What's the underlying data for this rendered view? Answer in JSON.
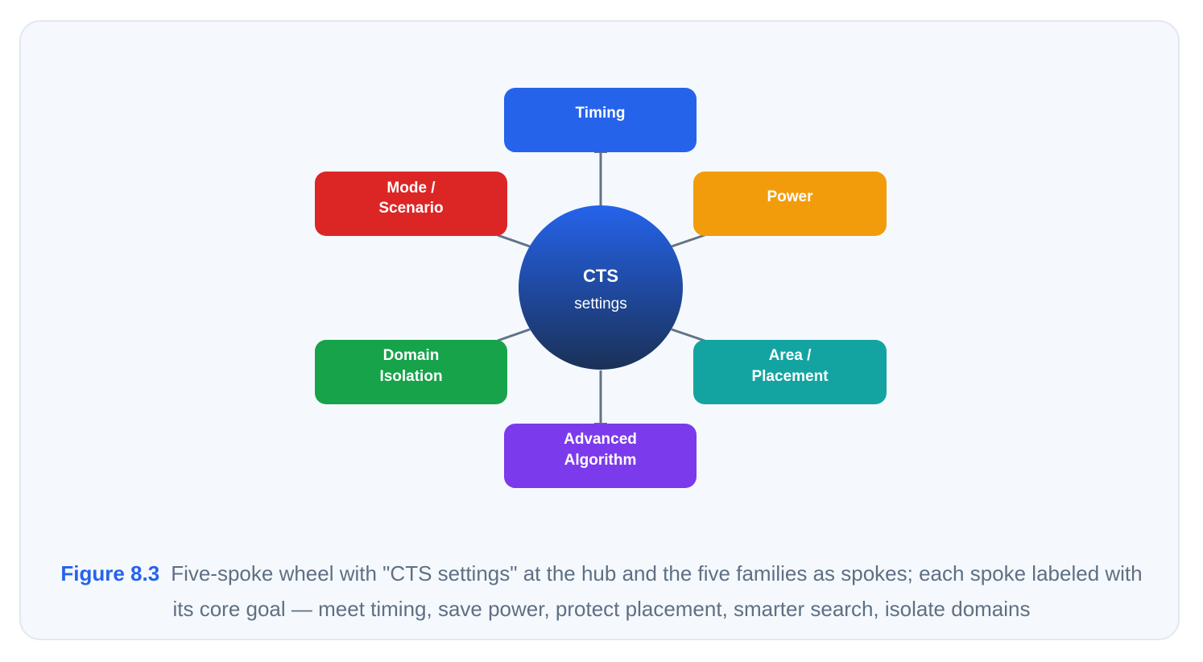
{
  "hub": {
    "title": "CTS",
    "subtitle": "settings"
  },
  "nodes": [
    {
      "id": "timing",
      "lines": [
        "Timing"
      ],
      "color": "#2563eb"
    },
    {
      "id": "power",
      "lines": [
        "Power"
      ],
      "color": "#f39c0b"
    },
    {
      "id": "area-placement",
      "lines": [
        "Area /",
        "Placement"
      ],
      "color": "#13a4a2"
    },
    {
      "id": "advanced-algorithm",
      "lines": [
        "Advanced",
        "Algorithm"
      ],
      "color": "#7c3aed"
    },
    {
      "id": "domain-isolation",
      "lines": [
        "Domain",
        "Isolation"
      ],
      "color": "#16a34a"
    },
    {
      "id": "mode-scenario",
      "lines": [
        "Mode /",
        "Scenario"
      ],
      "color": "#dc2626"
    }
  ],
  "colors": {
    "hub_top": "#2563eb",
    "hub_bottom": "#1a3157",
    "connector": "#627387",
    "caption_accent": "#2563eb",
    "caption_text": "#5f6f84"
  },
  "caption": {
    "number": "Figure 8.3",
    "text": "Five-spoke wheel with \"CTS settings\" at the hub and the five families as spokes; each spoke labeled with its core goal — meet timing, save power, protect placement, smarter search, isolate domains"
  }
}
